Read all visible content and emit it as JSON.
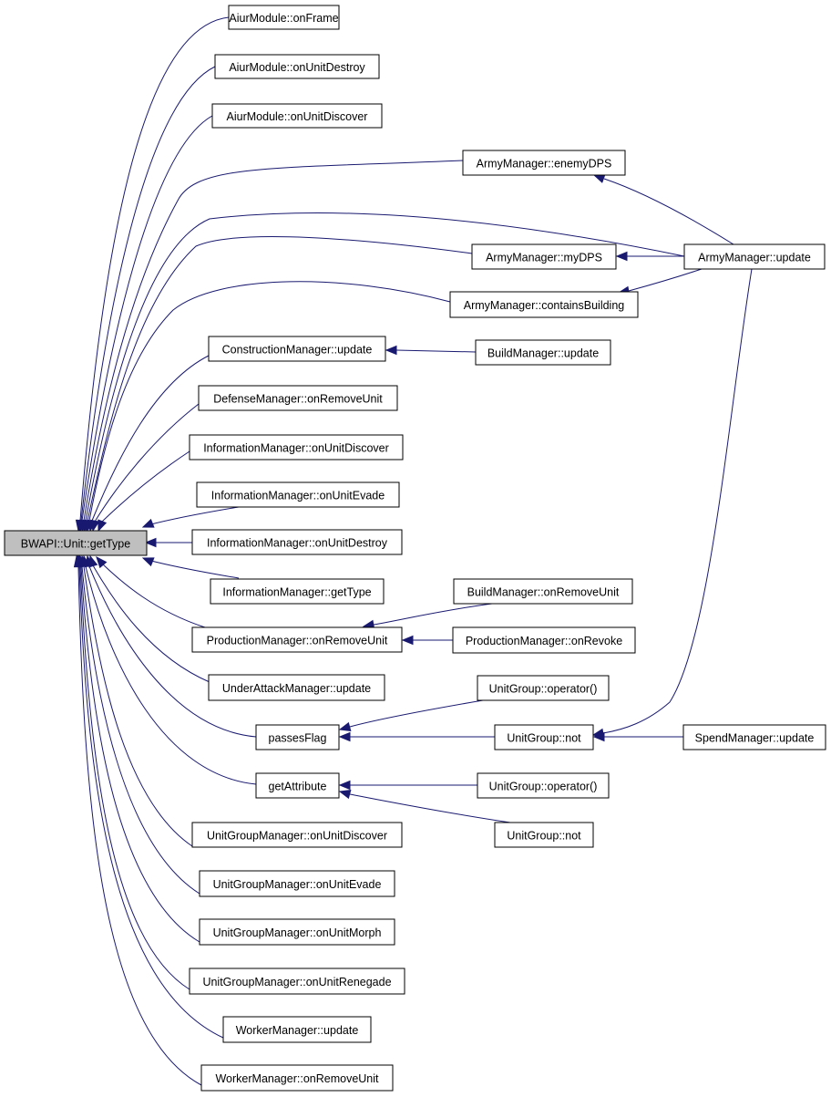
{
  "nodes": {
    "root": "BWAPI::Unit::getType",
    "aiur_onframe": "AiurModule::onFrame",
    "aiur_onunitdestroy": "AiurModule::onUnitDestroy",
    "aiur_onunitdiscover": "AiurModule::onUnitDiscover",
    "army_enemydps": "ArmyManager::enemyDPS",
    "army_mydps": "ArmyManager::myDPS",
    "army_update": "ArmyManager::update",
    "army_containsbuilding": "ArmyManager::containsBuilding",
    "construction_update": "ConstructionManager::update",
    "build_update": "BuildManager::update",
    "defense_onremoveunit": "DefenseManager::onRemoveUnit",
    "info_onunitdiscover": "InformationManager::onUnitDiscover",
    "info_onunitevade": "InformationManager::onUnitEvade",
    "info_onunitdestroy": "InformationManager::onUnitDestroy",
    "info_gettype": "InformationManager::getType",
    "build_onremoveunit": "BuildManager::onRemoveUnit",
    "production_onremoveunit": "ProductionManager::onRemoveUnit",
    "production_onrevoke": "ProductionManager::onRevoke",
    "underattack_update": "UnderAttackManager::update",
    "unitgroup_operator_1": "UnitGroup::operator()",
    "passesflag": "passesFlag",
    "unitgroup_not_1": "UnitGroup::not",
    "spend_update": "SpendManager::update",
    "getattribute": "getAttribute",
    "unitgroup_operator_2": "UnitGroup::operator()",
    "unitgroup_not_2": "UnitGroup::not",
    "ugm_onunitdiscover": "UnitGroupManager::onUnitDiscover",
    "ugm_onunitevade": "UnitGroupManager::onUnitEvade",
    "ugm_onunitmorph": "UnitGroupManager::onUnitMorph",
    "ugm_onunitrenegade": "UnitGroupManager::onUnitRenegade",
    "worker_update": "WorkerManager::update",
    "worker_onremoveunit": "WorkerManager::onRemoveUnit"
  },
  "edges": [
    {
      "from": "aiur_onframe",
      "to": "root"
    },
    {
      "from": "aiur_onunitdestroy",
      "to": "root"
    },
    {
      "from": "aiur_onunitdiscover",
      "to": "root"
    },
    {
      "from": "army_enemydps",
      "to": "root"
    },
    {
      "from": "army_update",
      "to": "root"
    },
    {
      "from": "army_mydps",
      "to": "root"
    },
    {
      "from": "army_containsbuilding",
      "to": "root"
    },
    {
      "from": "construction_update",
      "to": "root"
    },
    {
      "from": "defense_onremoveunit",
      "to": "root"
    },
    {
      "from": "info_onunitdiscover",
      "to": "root"
    },
    {
      "from": "info_onunitevade",
      "to": "root"
    },
    {
      "from": "info_onunitdestroy",
      "to": "root"
    },
    {
      "from": "info_gettype",
      "to": "root"
    },
    {
      "from": "production_onremoveunit",
      "to": "root"
    },
    {
      "from": "underattack_update",
      "to": "root"
    },
    {
      "from": "passesflag",
      "to": "root"
    },
    {
      "from": "getattribute",
      "to": "root"
    },
    {
      "from": "ugm_onunitdiscover",
      "to": "root"
    },
    {
      "from": "ugm_onunitevade",
      "to": "root"
    },
    {
      "from": "ugm_onunitmorph",
      "to": "root"
    },
    {
      "from": "ugm_onunitrenegade",
      "to": "root"
    },
    {
      "from": "worker_update",
      "to": "root"
    },
    {
      "from": "worker_onremoveunit",
      "to": "root"
    },
    {
      "from": "army_update",
      "to": "army_enemydps"
    },
    {
      "from": "army_update",
      "to": "army_mydps"
    },
    {
      "from": "army_update",
      "to": "army_containsbuilding"
    },
    {
      "from": "build_update",
      "to": "construction_update"
    },
    {
      "from": "build_onremoveunit",
      "to": "production_onremoveunit"
    },
    {
      "from": "production_onrevoke",
      "to": "production_onremoveunit"
    },
    {
      "from": "unitgroup_operator_1",
      "to": "passesflag"
    },
    {
      "from": "unitgroup_not_1",
      "to": "passesflag"
    },
    {
      "from": "army_update",
      "to": "unitgroup_not_1"
    },
    {
      "from": "spend_update",
      "to": "unitgroup_not_1"
    },
    {
      "from": "unitgroup_operator_2",
      "to": "getattribute"
    },
    {
      "from": "unitgroup_not_2",
      "to": "getattribute"
    }
  ],
  "colors": {
    "edge": "#191970",
    "root_fill": "#bfbfbf",
    "node_fill": "#ffffff",
    "node_stroke": "#000000"
  }
}
